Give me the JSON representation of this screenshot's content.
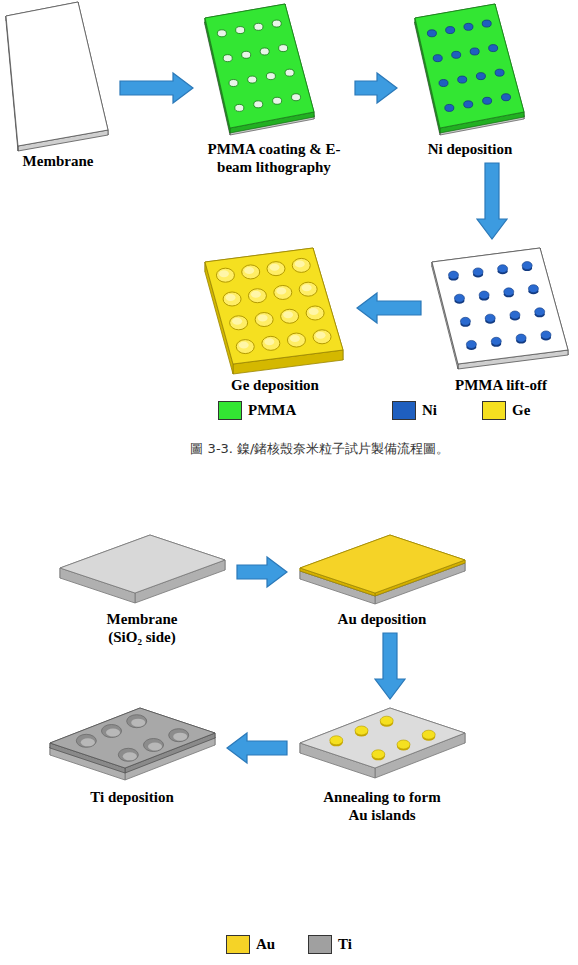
{
  "diagram": {
    "caption": "圖 3-3. 鎳/鍺核殼奈米粒子試片製備流程圖。",
    "nodes": [
      {
        "text": [
          "Membrane"
        ]
      },
      {
        "text": [
          "PMMA coating & E-beam lithography"
        ]
      },
      {
        "text": [
          "Ni deposition"
        ]
      },
      {
        "text": [
          "PMMA lift-off"
        ]
      },
      {
        "text": [
          "Ge deposition"
        ]
      },
      {
        "text": [
          "Membrane (SiO₂ side)"
        ]
      },
      {
        "text": [
          "Au deposition"
        ]
      },
      {
        "text": [
          "Annealing to form Au islands"
        ]
      },
      {
        "text": [
          "Ti deposition"
        ]
      }
    ],
    "edges": [
      {
        "from": 0,
        "to": 1,
        "arrow": "to"
      },
      {
        "from": 1,
        "to": 2,
        "arrow": "to"
      },
      {
        "from": 2,
        "to": 3,
        "arrow": "to"
      },
      {
        "from": 3,
        "to": 4,
        "arrow": "to"
      },
      {
        "from": 5,
        "to": 6,
        "arrow": "to"
      },
      {
        "from": 6,
        "to": 7,
        "arrow": "to"
      },
      {
        "from": 7,
        "to": 8,
        "arrow": "to"
      }
    ],
    "legend": [
      {
        "text": "PMMA",
        "color": "#33e633"
      },
      {
        "text": "Ni",
        "color": "#1f5fbf"
      },
      {
        "text": "Ge",
        "color": "#f5e020"
      },
      {
        "text": "Au",
        "color": "#f5d327"
      },
      {
        "text": "Ti",
        "color": "#a0a0a0"
      }
    ]
  }
}
